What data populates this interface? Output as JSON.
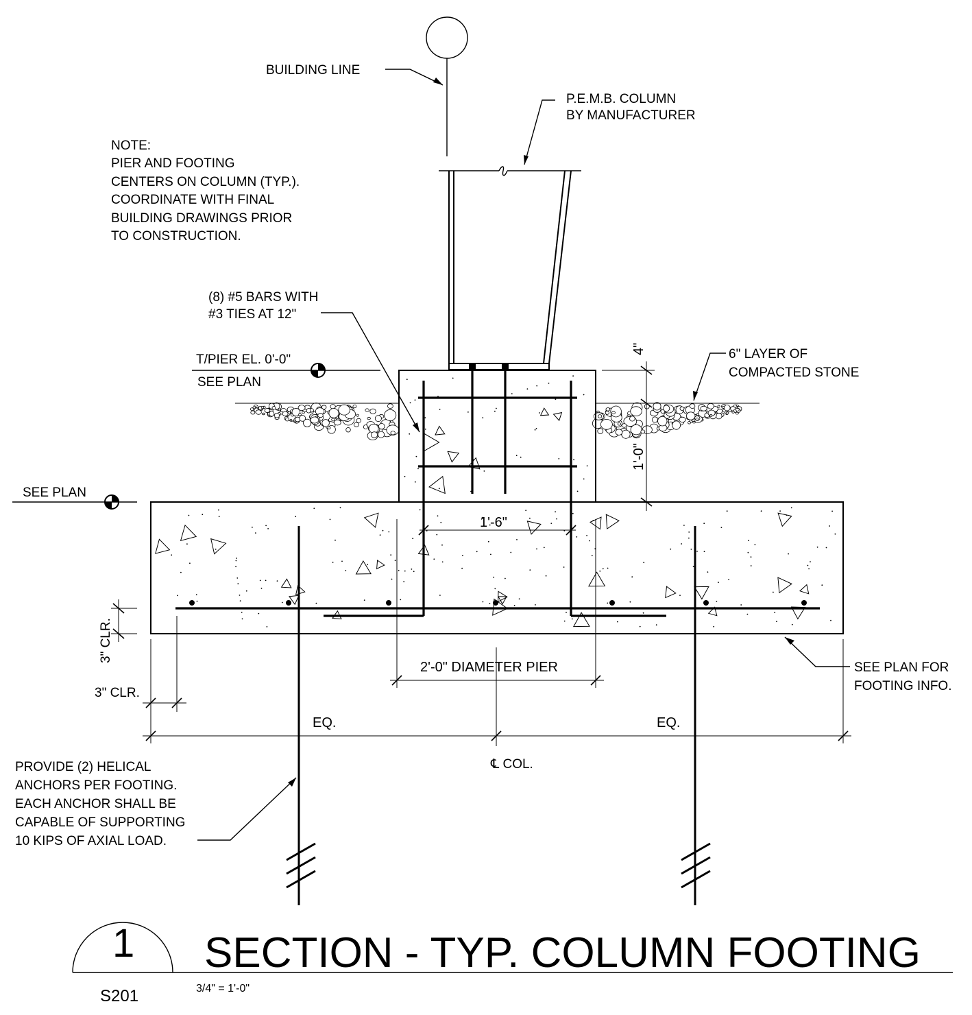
{
  "labels": {
    "building_line": "BUILDING LINE",
    "pemb_column": [
      "P.E.M.B. COLUMN",
      "BY MANUFACTURER"
    ],
    "note": [
      "NOTE:",
      "PIER AND FOOTING",
      "CENTERS ON COLUMN (TYP.).",
      "COORDINATE WITH FINAL",
      "BUILDING DRAWINGS PRIOR",
      "TO CONSTRUCTION."
    ],
    "bars": [
      "(8) #5 BARS WITH",
      "#3 TIES AT 12\""
    ],
    "t_pier": "T/PIER EL. 0'-0\"",
    "see_plan_pier": "SEE PLAN",
    "see_plan_footing": "SEE PLAN",
    "stone": [
      "6\" LAYER OF",
      "COMPACTED STONE"
    ],
    "footing_info": [
      "SEE PLAN FOR",
      "FOOTING INFO."
    ],
    "helical": [
      "PROVIDE (2) HELICAL",
      "ANCHORS PER FOOTING.",
      "EACH ANCHOR SHALL BE",
      "CAPABLE OF SUPPORTING",
      "10 KIPS OF AXIAL LOAD."
    ],
    "centerline": "℄ COL."
  },
  "dimensions": {
    "stone_thickness": "4\"",
    "pier_height": "1'-0\"",
    "bar_spacing": "1'-6\"",
    "pier_diameter": "2'-0\" DIAMETER PIER",
    "bottom_clear": "3\" CLR.",
    "side_clear": "3\" CLR.",
    "eq_left": "EQ.",
    "eq_right": "EQ."
  },
  "title_block": {
    "detail_number": "1",
    "sheet": "S201",
    "title": "SECTION - TYP. COLUMN FOOTING",
    "scale": "3/4\" = 1'-0\""
  }
}
